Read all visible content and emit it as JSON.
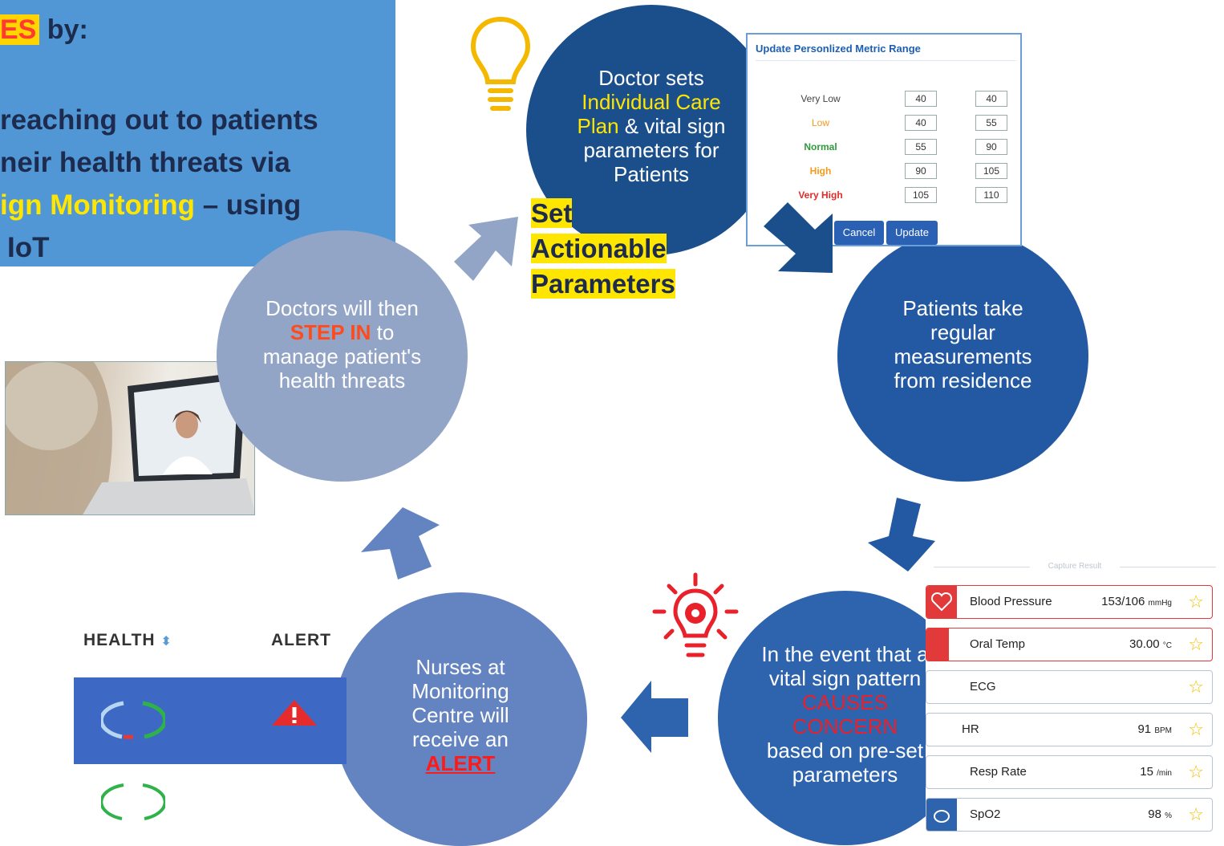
{
  "banner": {
    "title_highlight": "ES",
    "title_rest": " by:",
    "line1": "reaching out to patients",
    "line2": "neir health threats via",
    "line3_highlight": "ign Monitoring",
    "line3_rest": " – using",
    "line4": "IoT"
  },
  "steps": {
    "doctor_sets": {
      "pre": "Doctor sets",
      "highlight": "Individual  Care Plan",
      "post": " & vital sign parameters for Patients"
    },
    "set_label": [
      "Set",
      "Actionable",
      "Parameters"
    ],
    "patients": "Patients take regular measurements from residence",
    "concern": {
      "pre": "In the event that a vital sign pattern",
      "highlight": "CAUSES CONCERN",
      "post": "based on pre-set parameters"
    },
    "nurses": {
      "pre": "Nurses at Monitoring Centre will receive an",
      "highlight": "ALERT"
    },
    "doctors": {
      "pre": "Doctors will then",
      "highlight": "STEP IN",
      "post": " to manage patient's health threats"
    }
  },
  "metric_panel": {
    "title": "Update Personlized Metric Range",
    "rows": [
      {
        "label": "Very Low",
        "color": "#444444",
        "min": "40",
        "max": "40"
      },
      {
        "label": "Low",
        "color": "#f29a1b",
        "min": "40",
        "max": "55"
      },
      {
        "label": "Normal",
        "color": "#2f9a3b",
        "min": "55",
        "max": "90"
      },
      {
        "label": "High",
        "color": "#f29a1b",
        "min": "90",
        "max": "105"
      },
      {
        "label": "Very High",
        "color": "#e22a2a",
        "min": "105",
        "max": "110"
      }
    ],
    "cancel_label": "Cancel",
    "update_label": "Update"
  },
  "capture": {
    "heading": "Capture Result",
    "rows": [
      {
        "name": "Blood Pressure",
        "value": "153/106",
        "unit": "mmHg",
        "alert": true
      },
      {
        "name": "Oral Temp",
        "value": "30.00",
        "unit": "°C",
        "alert": true
      },
      {
        "name": "ECG",
        "value": "",
        "unit": "",
        "alert": false
      },
      {
        "name": "HR",
        "value": "91",
        "unit": "BPM",
        "alert": false
      },
      {
        "name": "Resp Rate",
        "value": "15",
        "unit": "/min",
        "alert": false
      },
      {
        "name": "SpO2",
        "value": "98",
        "unit": "%",
        "alert": false
      }
    ]
  },
  "health_table": {
    "health_header": "HEALTH",
    "alert_header": "ALERT"
  },
  "colors": {
    "banner": "#5197d5",
    "circle_top": "#1b4f8c",
    "circle_light": "#93a5c7",
    "highlight_yellow": "#ffe600",
    "alert_red": "#e8212b"
  },
  "icons": [
    "lightbulb-icon",
    "gear-lightbulb-icon",
    "heart-icon",
    "star-icon",
    "warning-icon",
    "health-ring-icon"
  ]
}
